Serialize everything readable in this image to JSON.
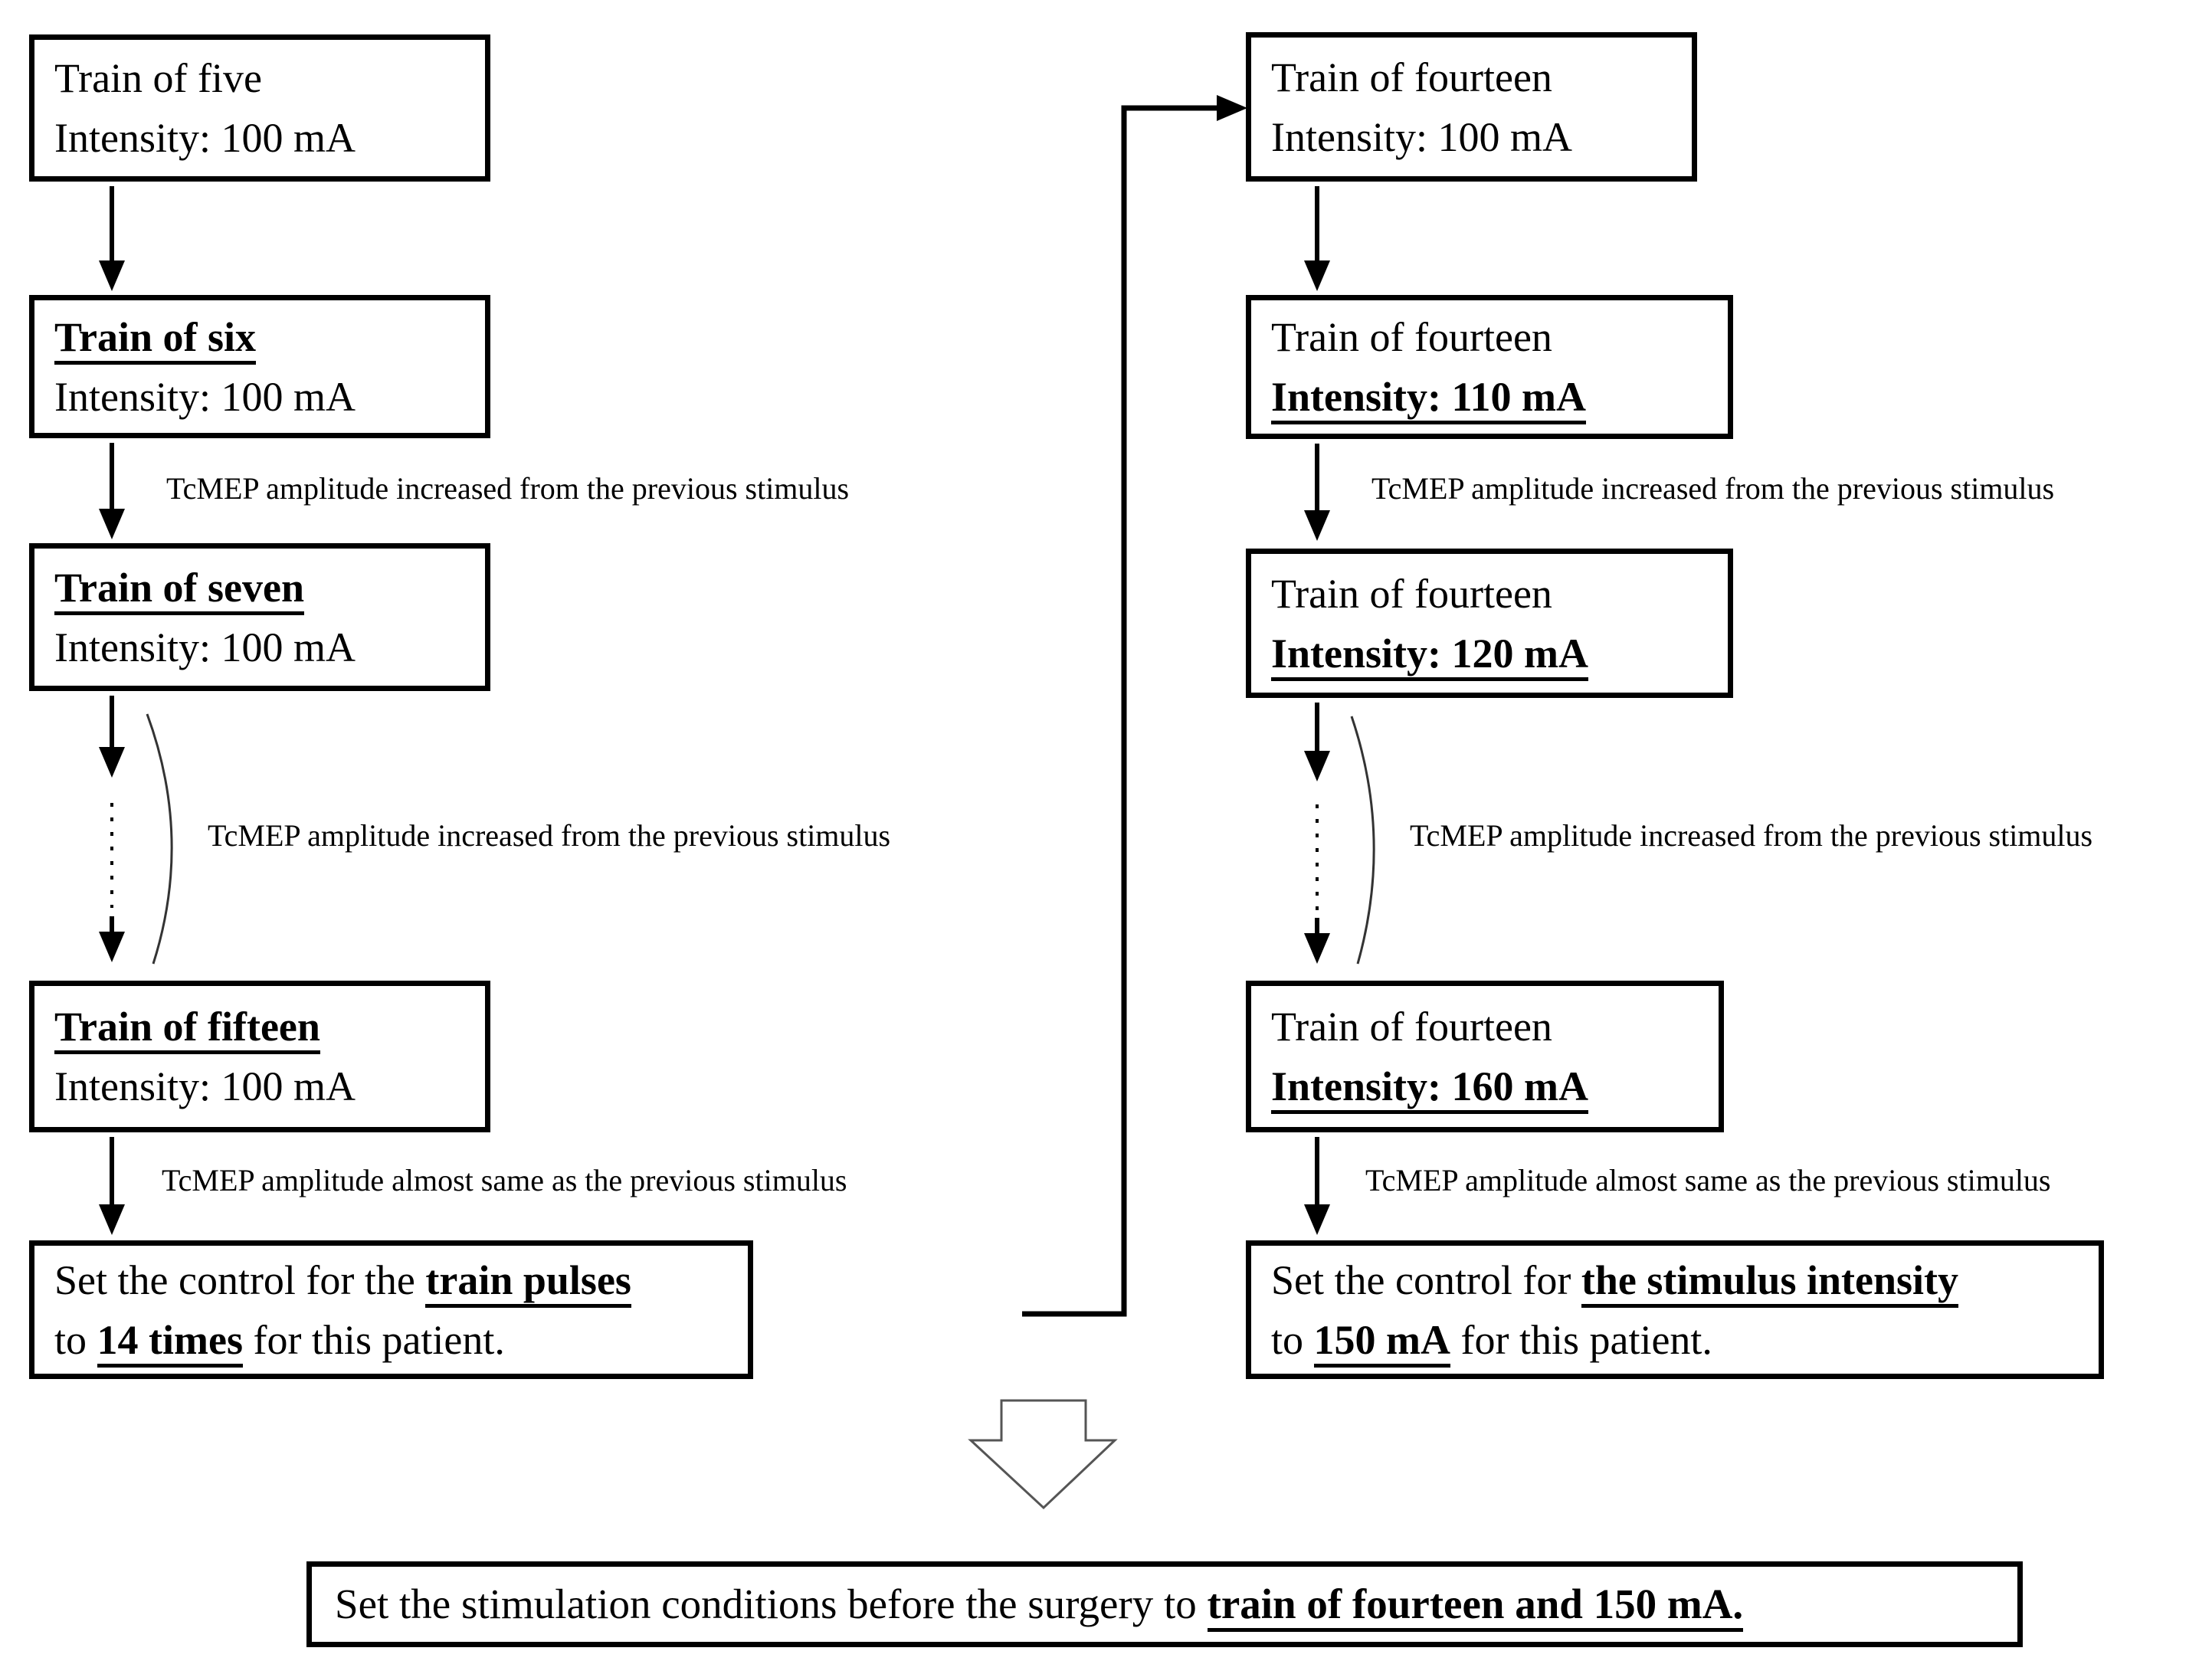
{
  "page": {
    "background": "#ffffff",
    "line_color": "#000000"
  },
  "boxes": {
    "l1": {
      "line1": [
        {
          "t": "Train of five"
        }
      ],
      "line2": [
        {
          "t": "Intensity: 100 mA"
        }
      ]
    },
    "l2": {
      "line1": [
        {
          "t": "Train of six",
          "em": true
        }
      ],
      "line2": [
        {
          "t": "Intensity: 100 mA"
        }
      ]
    },
    "l3": {
      "line1": [
        {
          "t": "Train of seven",
          "em": true
        }
      ],
      "line2": [
        {
          "t": "Intensity: 100 mA"
        }
      ]
    },
    "l4": {
      "line1": [
        {
          "t": "Train of fifteen",
          "em": true
        }
      ],
      "line2": [
        {
          "t": "Intensity: 100 mA"
        }
      ]
    },
    "l5": {
      "line1": [
        {
          "t": "Set the control for the "
        },
        {
          "t": "train pulses",
          "em": true
        }
      ],
      "line2": [
        {
          "t": "to "
        },
        {
          "t": "14 times",
          "em": true
        },
        {
          "t": " for this patient."
        }
      ]
    },
    "r1": {
      "line1": [
        {
          "t": "Train of fourteen"
        }
      ],
      "line2": [
        {
          "t": "Intensity: 100 mA"
        }
      ]
    },
    "r2": {
      "line1": [
        {
          "t": "Train of fourteen"
        }
      ],
      "line2": [
        {
          "t": "Intensity: 110 mA",
          "em": true
        }
      ]
    },
    "r3": {
      "line1": [
        {
          "t": "Train of fourteen"
        }
      ],
      "line2": [
        {
          "t": "Intensity: 120 mA",
          "em": true
        }
      ]
    },
    "r4": {
      "line1": [
        {
          "t": "Train of fourteen"
        }
      ],
      "line2": [
        {
          "t": "Intensity: 160 mA",
          "em": true
        }
      ]
    },
    "r5": {
      "line1": [
        {
          "t": "Set the control for "
        },
        {
          "t": "the stimulus intensity",
          "em": true
        }
      ],
      "line2": [
        {
          "t": "to "
        },
        {
          "t": "150 mA",
          "em": true
        },
        {
          "t": " for this patient."
        }
      ]
    },
    "final": {
      "line1": [
        {
          "t": "Set the stimulation conditions before the surgery to "
        },
        {
          "t": "train of fourteen and 150 mA.",
          "em": true
        }
      ]
    }
  },
  "labels": {
    "increase": "TcMEP amplitude increased from the previous stimulus",
    "almost_same": "TcMEP amplitude almost same as the previous stimulus"
  }
}
